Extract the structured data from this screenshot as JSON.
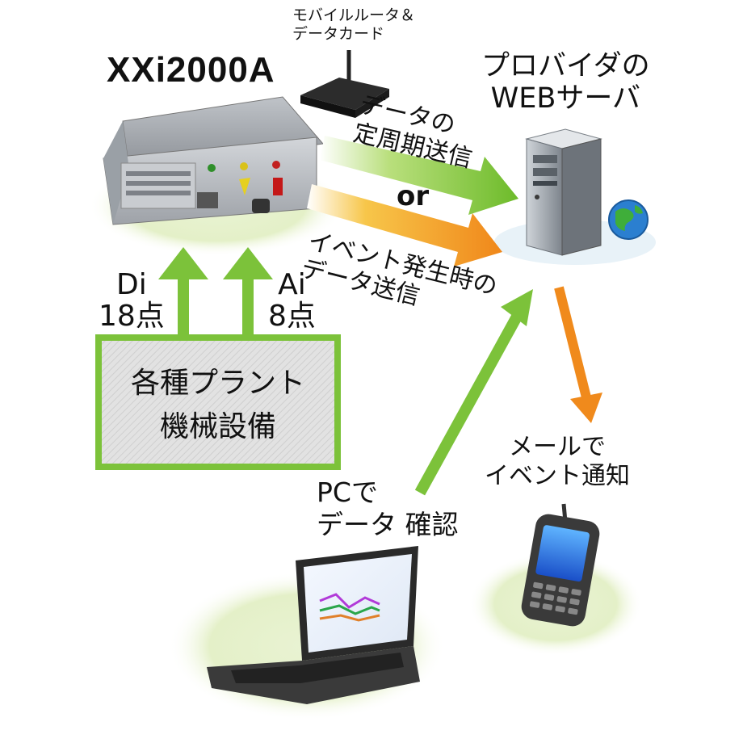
{
  "device": {
    "name": "XXi2000A"
  },
  "router": {
    "label": "モバイルルータ＆\nデータカード"
  },
  "server": {
    "label": "プロバイダの\nWEBサーバ"
  },
  "flows": {
    "periodic": "データの\n定周期送信",
    "or": "or",
    "event": "イベント発生時の\nデータ送信"
  },
  "inputs": {
    "di": "Di\n18点",
    "ai": "Ai\n8点"
  },
  "plant": {
    "label": "各種プラント\n機械設備"
  },
  "pc": {
    "label": "PCで\nデータ 確認"
  },
  "mail": {
    "label": "メールで\nイベント通知"
  },
  "colors": {
    "green_arrow": "#7cc23a",
    "orange_arrow": "#f08a1c",
    "halo": "#e4f0c8",
    "plant_border": "#7cc23a",
    "plant_fill": "#d9d9d9"
  }
}
